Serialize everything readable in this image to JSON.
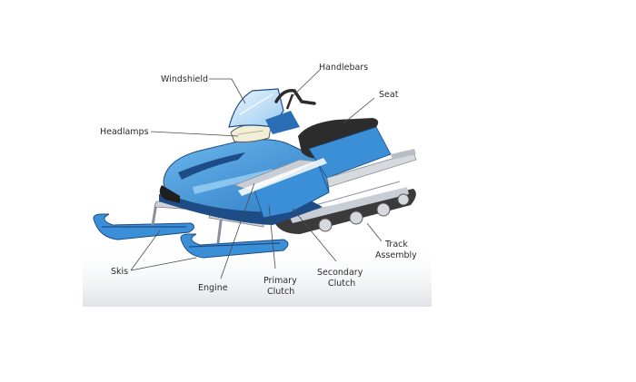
{
  "colors": {
    "body_blue": "#3a8fd6",
    "light_blue": "#7cc0ee",
    "dark_navy": "#1d4c86",
    "seat_black": "#2c2c2c",
    "silver": "#c9ced6",
    "ground_gray": "#e6e8ec",
    "label_text": "#2b2b2b"
  },
  "labels": {
    "windshield": "Windshield",
    "handlebars": "Handlebars",
    "seat": "Seat",
    "headlamps": "Headlamps",
    "track_line1": "Track",
    "track_line2": "Assembly",
    "skis": "Skis",
    "engine": "Engine",
    "primary_line1": "Primary",
    "primary_line2": "Clutch",
    "secondary_line1": "Secondary",
    "secondary_line2": "Clutch"
  }
}
